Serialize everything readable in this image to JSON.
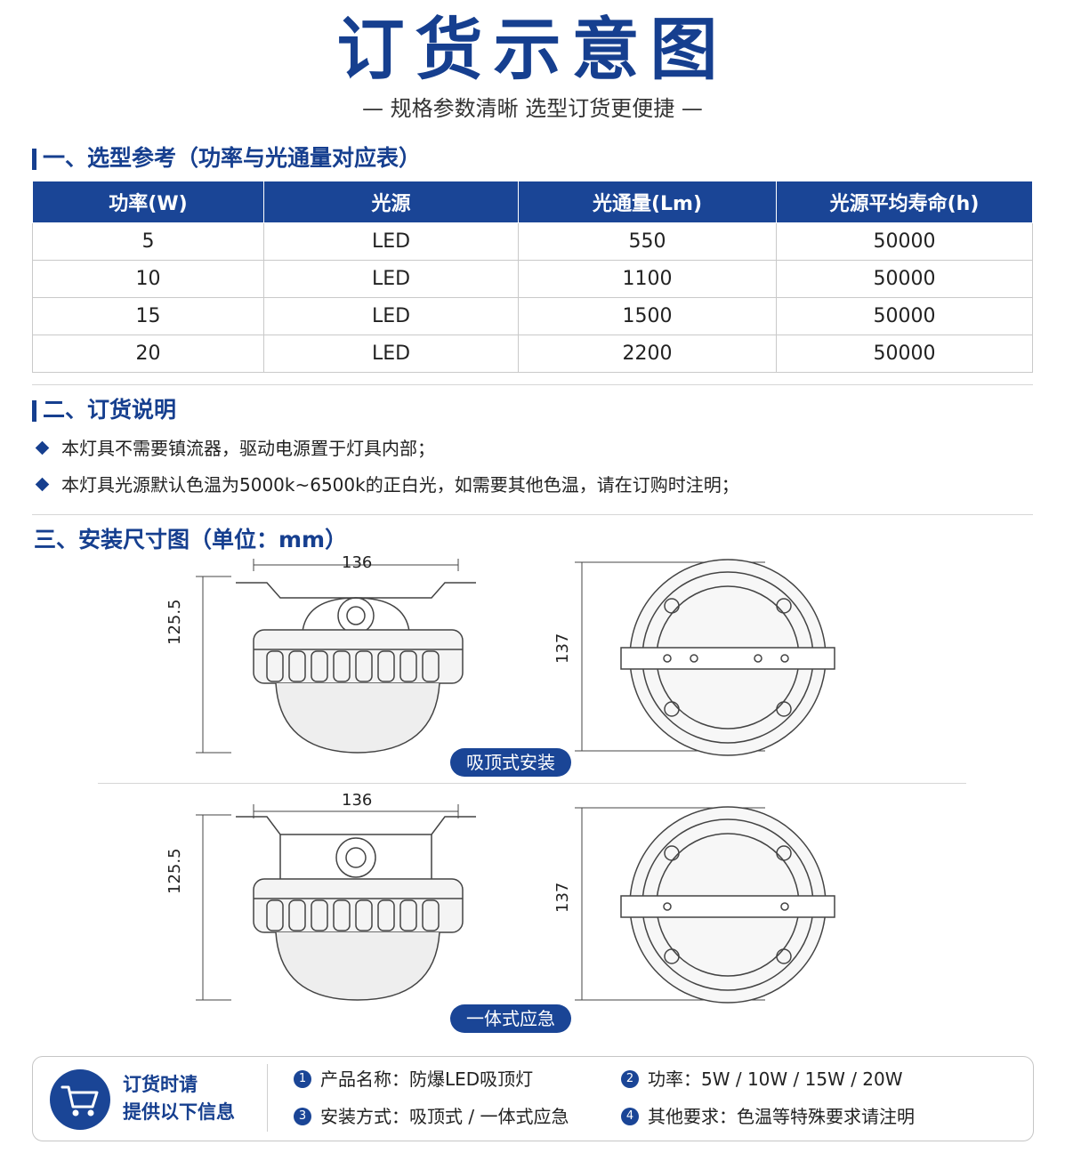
{
  "header": {
    "title": "订货示意图",
    "subtitle": "— 规格参数清晰 选型订货更便捷 —"
  },
  "section1": {
    "title": "一、选型参考（功率与光通量对应表）",
    "columns": [
      "功率(W)",
      "光源",
      "光通量(Lm)",
      "光源平均寿命(h)"
    ],
    "rows": [
      [
        "5",
        "LED",
        "550",
        "50000"
      ],
      [
        "10",
        "LED",
        "1100",
        "50000"
      ],
      [
        "15",
        "LED",
        "1500",
        "50000"
      ],
      [
        "20",
        "LED",
        "2200",
        "50000"
      ]
    ]
  },
  "section2": {
    "title": "二、订货说明",
    "items": [
      "本灯具不需要镇流器，驱动电源置于灯具内部；",
      "本灯具光源默认色温为5000k~6500k的正白光，如需要其他色温，请在订购时注明；"
    ]
  },
  "section3": {
    "title": "三、安装尺寸图（单位：mm）",
    "diagrams": [
      {
        "width_dim": "136",
        "height_dim": "125.5",
        "diameter_dim": "137",
        "label": "吸顶式安装"
      },
      {
        "width_dim": "136",
        "height_dim": "125.5",
        "diameter_dim": "137",
        "label": "一体式应急"
      }
    ]
  },
  "footer": {
    "prompt_line1": "订货时请",
    "prompt_line2": "提供以下信息",
    "items": [
      {
        "num": "1",
        "text": "产品名称：防爆LED吸顶灯"
      },
      {
        "num": "2",
        "text": "功率：5W / 10W / 15W / 20W"
      },
      {
        "num": "3",
        "text": "安装方式：吸顶式 / 一体式应急"
      },
      {
        "num": "4",
        "text": "其他要求：色温等特殊要求请注明"
      }
    ]
  },
  "colors": {
    "brand": "#163f8f",
    "header_bg": "#1a4596"
  },
  "icons": {
    "cart": "shopping-cart-icon",
    "bullet": "diamond-bullet-icon"
  }
}
